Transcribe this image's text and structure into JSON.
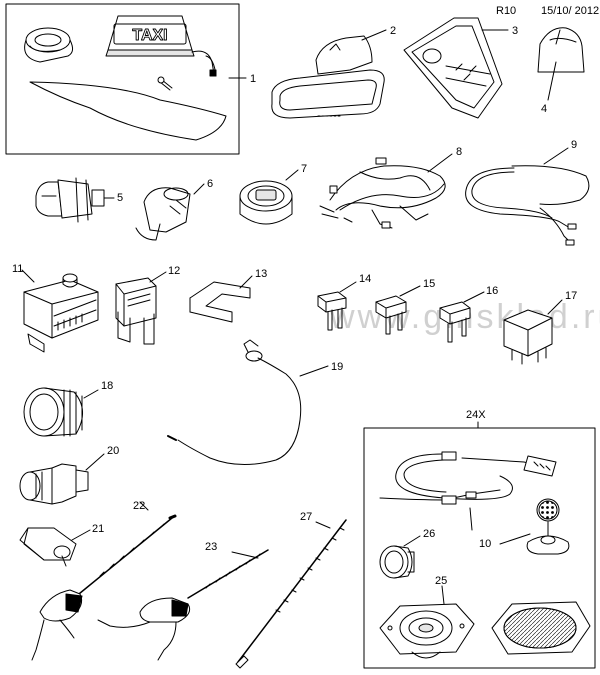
{
  "header": {
    "ref": "R10",
    "date": "15/10/ 2012"
  },
  "watermark": "www.gmsklad.ru",
  "taxi_sign_text": "TAXI",
  "callouts": {
    "c1": "1",
    "c2": "2",
    "c3": "3",
    "c4": "4",
    "c5": "5",
    "c6": "6",
    "c7": "7",
    "c8": "8",
    "c9": "9",
    "c10": "10",
    "c11": "11",
    "c12": "12",
    "c13": "13",
    "c14": "14",
    "c15": "15",
    "c16": "16",
    "c17": "17",
    "c18": "18",
    "c19": "19",
    "c20": "20",
    "c21": "21",
    "c22": "22",
    "c23": "23",
    "c24x": "24X",
    "c25": "25",
    "c26": "26",
    "c27": "27"
  },
  "colors": {
    "line": "#000000",
    "watermark": "#d0d0d0",
    "fill": "#ffffff",
    "shade": "#e6e6e6"
  }
}
